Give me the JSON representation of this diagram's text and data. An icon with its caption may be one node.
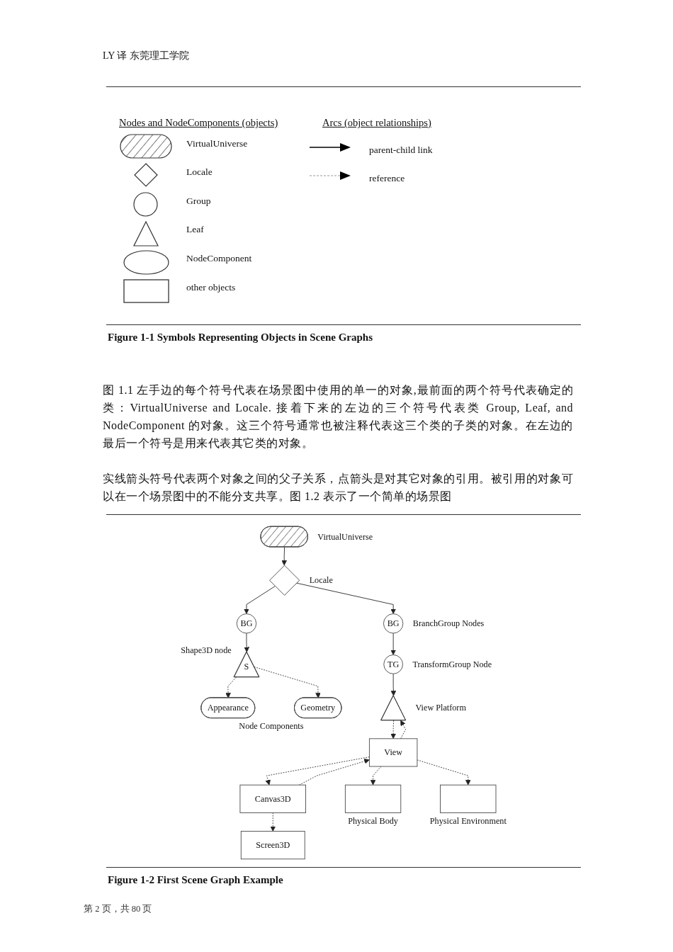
{
  "diagram": {
    "caption": "Figure 1-2 First Scene Graph Example",
    "nodes": [
      {
        "text": [],
        "shape": "pill",
        "beside": [
          "VirtualUniverse"
        ]
      },
      {
        "text": [],
        "shape": "diamond",
        "beside": [
          "Locale"
        ]
      },
      {
        "text": [
          "BG"
        ]
      },
      {
        "text": [
          "BG"
        ]
      },
      {
        "text": [
          "S"
        ],
        "beside": [
          "Shape3D node"
        ]
      },
      {
        "text": [
          "TG"
        ],
        "beside": [
          "TransformGroup Node"
        ]
      },
      {
        "text": [
          "Appearance"
        ]
      },
      {
        "text": [
          "Geometry"
        ]
      },
      {
        "text": [],
        "shape": "triangle",
        "beside": [
          "View Platform"
        ]
      },
      {
        "text": [
          "View"
        ]
      },
      {
        "text": [
          "Canvas3D"
        ]
      },
      {
        "text": [
          "Screen3D"
        ]
      },
      {
        "text": [],
        "shape": "box",
        "beside": [
          "Physical Body"
        ]
      },
      {
        "text": [],
        "shape": "box",
        "beside": [
          "Physical Environment"
        ]
      }
    ],
    "edges": [
      {
        "from": 0,
        "to": 1,
        "arrow": "to"
      },
      {
        "from": 1,
        "to": 2,
        "arrow": "to"
      },
      {
        "from": 1,
        "to": 3,
        "arrow": "to"
      },
      {
        "from": 2,
        "to": 4,
        "arrow": "to"
      },
      {
        "from": 3,
        "to": 5,
        "arrow": "to"
      },
      {
        "from": 4,
        "to": 6,
        "arrow": "to",
        "style": "dashed"
      },
      {
        "from": 4,
        "to": 7,
        "arrow": "to",
        "style": "dashed"
      },
      {
        "from": 5,
        "to": 8,
        "arrow": "to"
      },
      {
        "from": 9,
        "to": 8,
        "arrow": "to",
        "style": "dashed"
      },
      {
        "from": 8,
        "to": 9,
        "arrow": "to",
        "style": "dashed"
      },
      {
        "from": 9,
        "to": 10,
        "arrow": "to",
        "style": "dashed"
      },
      {
        "from": 10,
        "to": 9,
        "arrow": "to",
        "style": "dashed"
      },
      {
        "from": 10,
        "to": 11,
        "arrow": "to",
        "style": "dashed"
      },
      {
        "from": 9,
        "to": 12,
        "arrow": "to",
        "style": "dashed"
      },
      {
        "from": 9,
        "to": 13,
        "arrow": "to",
        "style": "dashed"
      }
    ],
    "labels": [
      "LY 译 东莞理工学院",
      "Nodes and NodeComponents (objects)",
      "Arcs (object relationships)",
      "Figure 1-1 Symbols Representing Objects in Scene Graphs",
      "图 1.1 左手边的每个符号代表在场景图中使用的单一的对象,最前面的两个符号代表确定的类：VirtualUniverse and Locale. 接着下来的左边的三个符号代表类 Group, Leaf, and NodeComponent 的对象。这三个符号通常也被注释代表这三个类的子类的对象。在左边的最后一个符号是用来代表其它类的对象。",
      "实线箭头符号代表两个对象之间的父子关系，点箭头是对其它对象的引用。被引用的对象可以在一个场景图中的不能分支共享。图 1.2 表示了一个简单的场景图",
      "BranchGroup Nodes",
      "Node Components",
      "第 2 页，共 80 页"
    ],
    "legend": [
      {
        "text": "VirtualUniverse"
      },
      {
        "text": "Locale"
      },
      {
        "text": "Group"
      },
      {
        "text": "Leaf"
      },
      {
        "text": "NodeComponent"
      },
      {
        "text": "other objects"
      },
      {
        "text": "parent-child link"
      },
      {
        "text": "reference"
      }
    ]
  }
}
